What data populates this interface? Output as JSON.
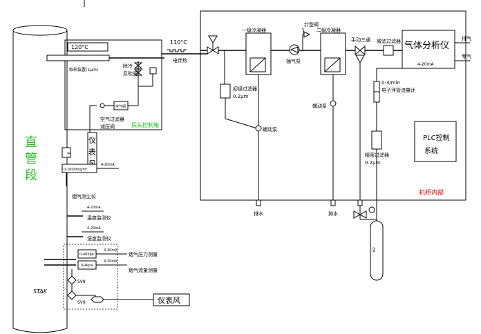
{
  "stack": {
    "label_chars": [
      "直",
      "管",
      "段"
    ],
    "bottom_label": "STAK"
  },
  "probe": {
    "temp": "120°C",
    "sampling_device": "取样装置(1μm)",
    "backflush_valve": [
      "除冷",
      "反吹阀"
    ],
    "air_filter_valve": [
      "空气过滤器",
      "减压阀"
    ],
    "air_valve_label": "空气阀",
    "box_label": "探头控制箱"
  },
  "instrument_air": {
    "vertical_label": [
      "仪",
      "表",
      "风"
    ],
    "bottom_label": "仪表风"
  },
  "heat_line": {
    "temp": "110°C",
    "label": "电伴热"
  },
  "cabinet": {
    "label": "机柜内部",
    "first_cooler": "一级冷凝器",
    "needle_valve": "针型阀",
    "pump": "抽气泵",
    "second_cooler": "二级冷凝器",
    "three_way": "手动三通",
    "fine_filter": "微滤过滤器",
    "analyzer": "气体分析仪",
    "analyzer_signal": "4-20mA",
    "flowmeter": [
      "0-3/min",
      "电子浮管流量计"
    ],
    "initial_filter": [
      "初级过滤器",
      "0.2μm"
    ],
    "peristaltic_pump_1": "蠕动泵",
    "peristaltic_pump_2": "蠕动泵",
    "precision_filter": [
      "精密过滤器",
      "0.2μm"
    ],
    "plc": [
      "PLC控制",
      "系统"
    ],
    "exhaust": "排气",
    "zero_gas": "零气",
    "drain_1": "排水",
    "drain_2": "排水"
  },
  "dust_meter": {
    "range": "0-1000mg/m³",
    "signal": "4-20mA",
    "label": "烟气测尘仪"
  },
  "temp_monitor": {
    "signal": "4-20mA",
    "label": "温度监测仪"
  },
  "humidity_monitor": {
    "signal": "4-20mA",
    "label": "湿度监测仪"
  },
  "flow_pressure": {
    "signal_1": "4-20mA",
    "label_1": "烟气压力测量",
    "unit_1": "0-40Kpa",
    "signal_2": "4-20mA",
    "label_2": "烟气流量测量",
    "unit_2": "0-4kpa",
    "sv_1": "SV8",
    "sv_2": "SV9"
  },
  "gas_cylinder_label": "N2"
}
